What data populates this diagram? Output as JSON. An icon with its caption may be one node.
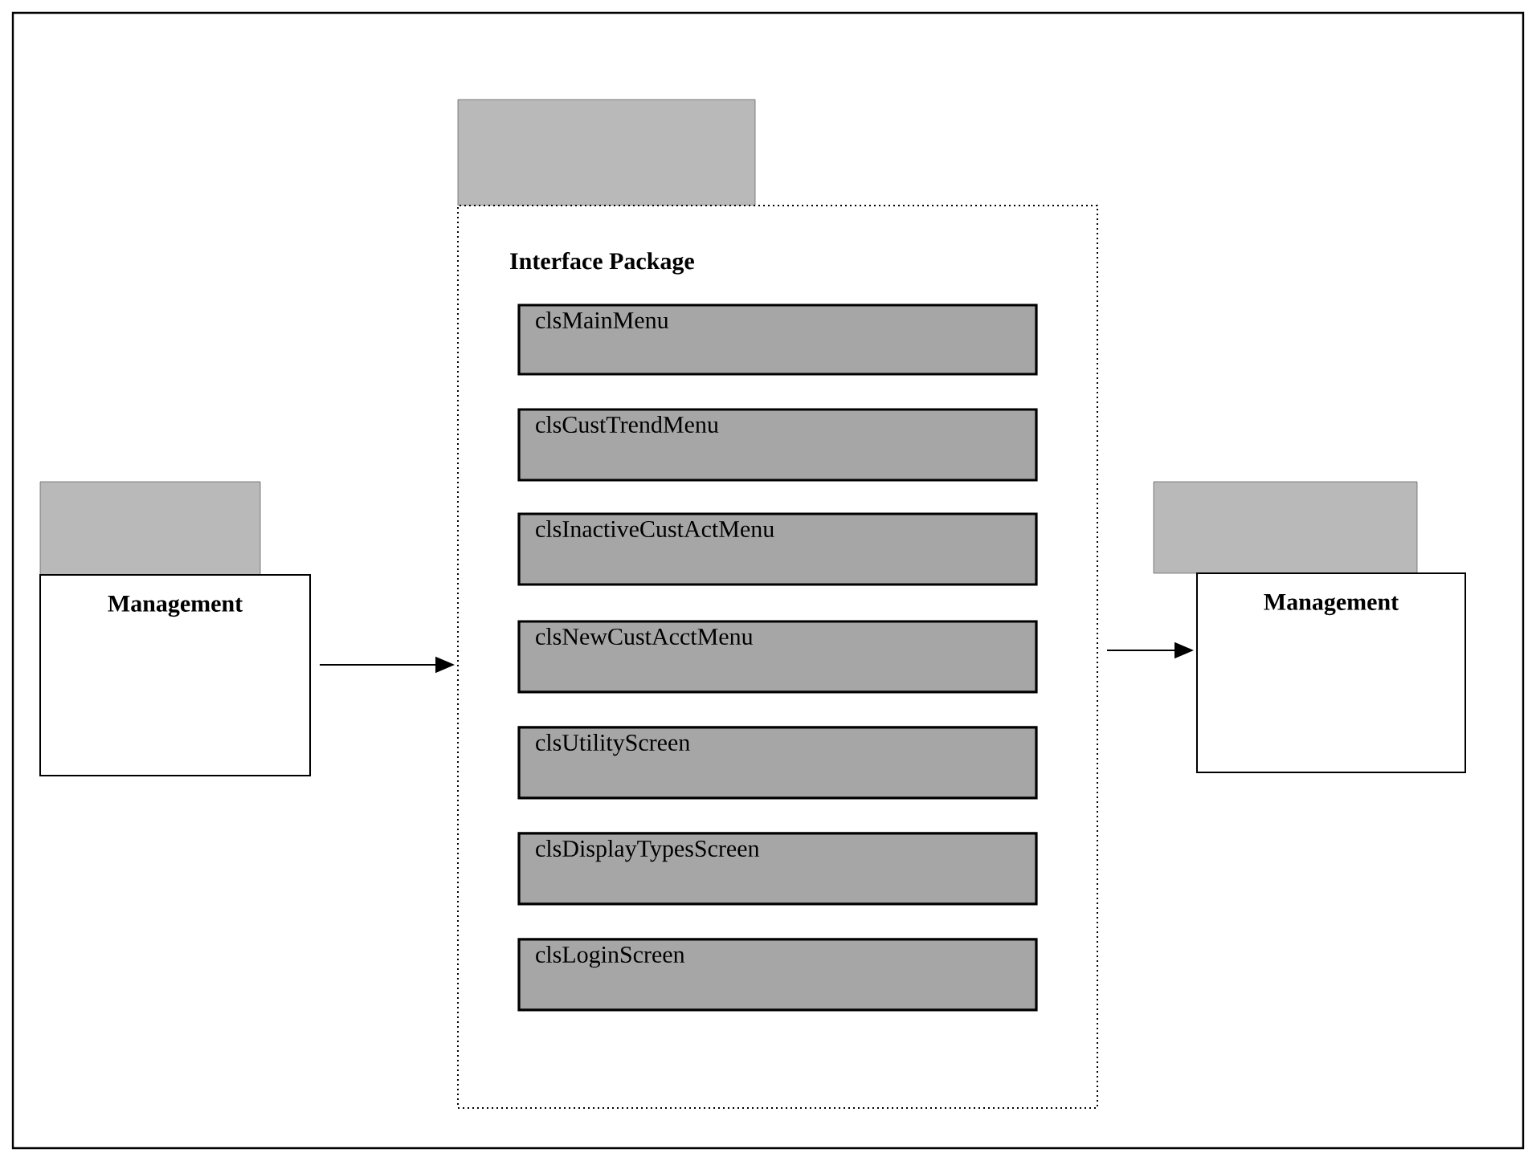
{
  "diagram": {
    "nodes": [
      {
        "text": [
          "Management"
        ]
      },
      {
        "text": [
          "Interface Package"
        ]
      },
      {
        "text": [
          "clsMainMenu"
        ],
        "in": 1
      },
      {
        "text": [
          "clsCustTrendMenu"
        ],
        "in": 1
      },
      {
        "text": [
          "clsInactiveCustActMenu"
        ],
        "in": 1
      },
      {
        "text": [
          "clsNewCustAcctMenu"
        ],
        "in": 1
      },
      {
        "text": [
          "clsUtilityScreen"
        ],
        "in": 1
      },
      {
        "text": [
          "clsDisplayTypesScreen"
        ],
        "in": 1
      },
      {
        "text": [
          "clsLoginScreen"
        ],
        "in": 1
      },
      {
        "text": [
          "Management"
        ]
      }
    ],
    "edges": [
      {
        "from": 0,
        "to": 1,
        "arrow": "to"
      },
      {
        "from": 1,
        "to": 9,
        "arrow": "to"
      }
    ]
  }
}
